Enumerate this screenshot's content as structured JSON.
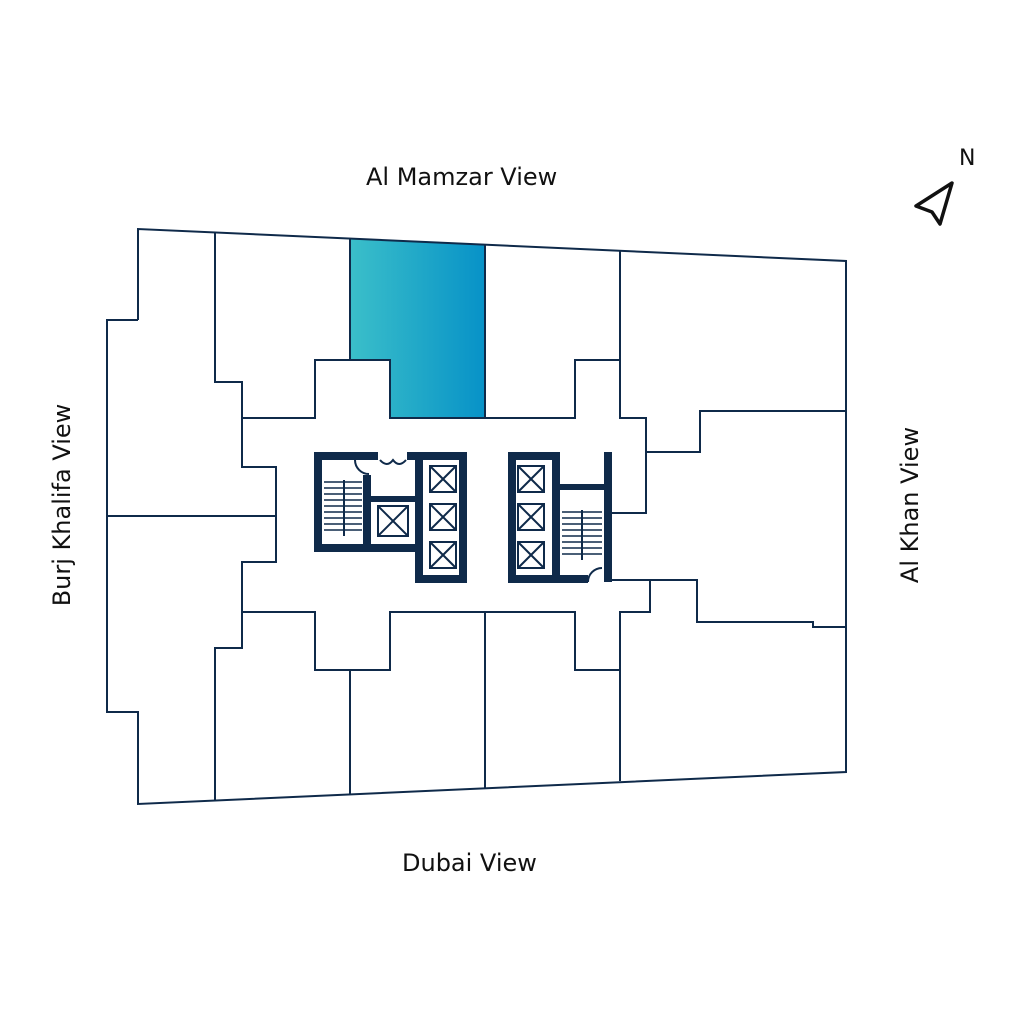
{
  "views": {
    "north": "Al Mamzar View",
    "south": "Dubai View",
    "west": "Burj Khalifa View",
    "east": "Al Khan View"
  },
  "compass": {
    "label": "N"
  },
  "colors": {
    "line": "#0f2a4a",
    "highlight_start": "#3bbfc9",
    "highlight_end": "#0792c8"
  }
}
